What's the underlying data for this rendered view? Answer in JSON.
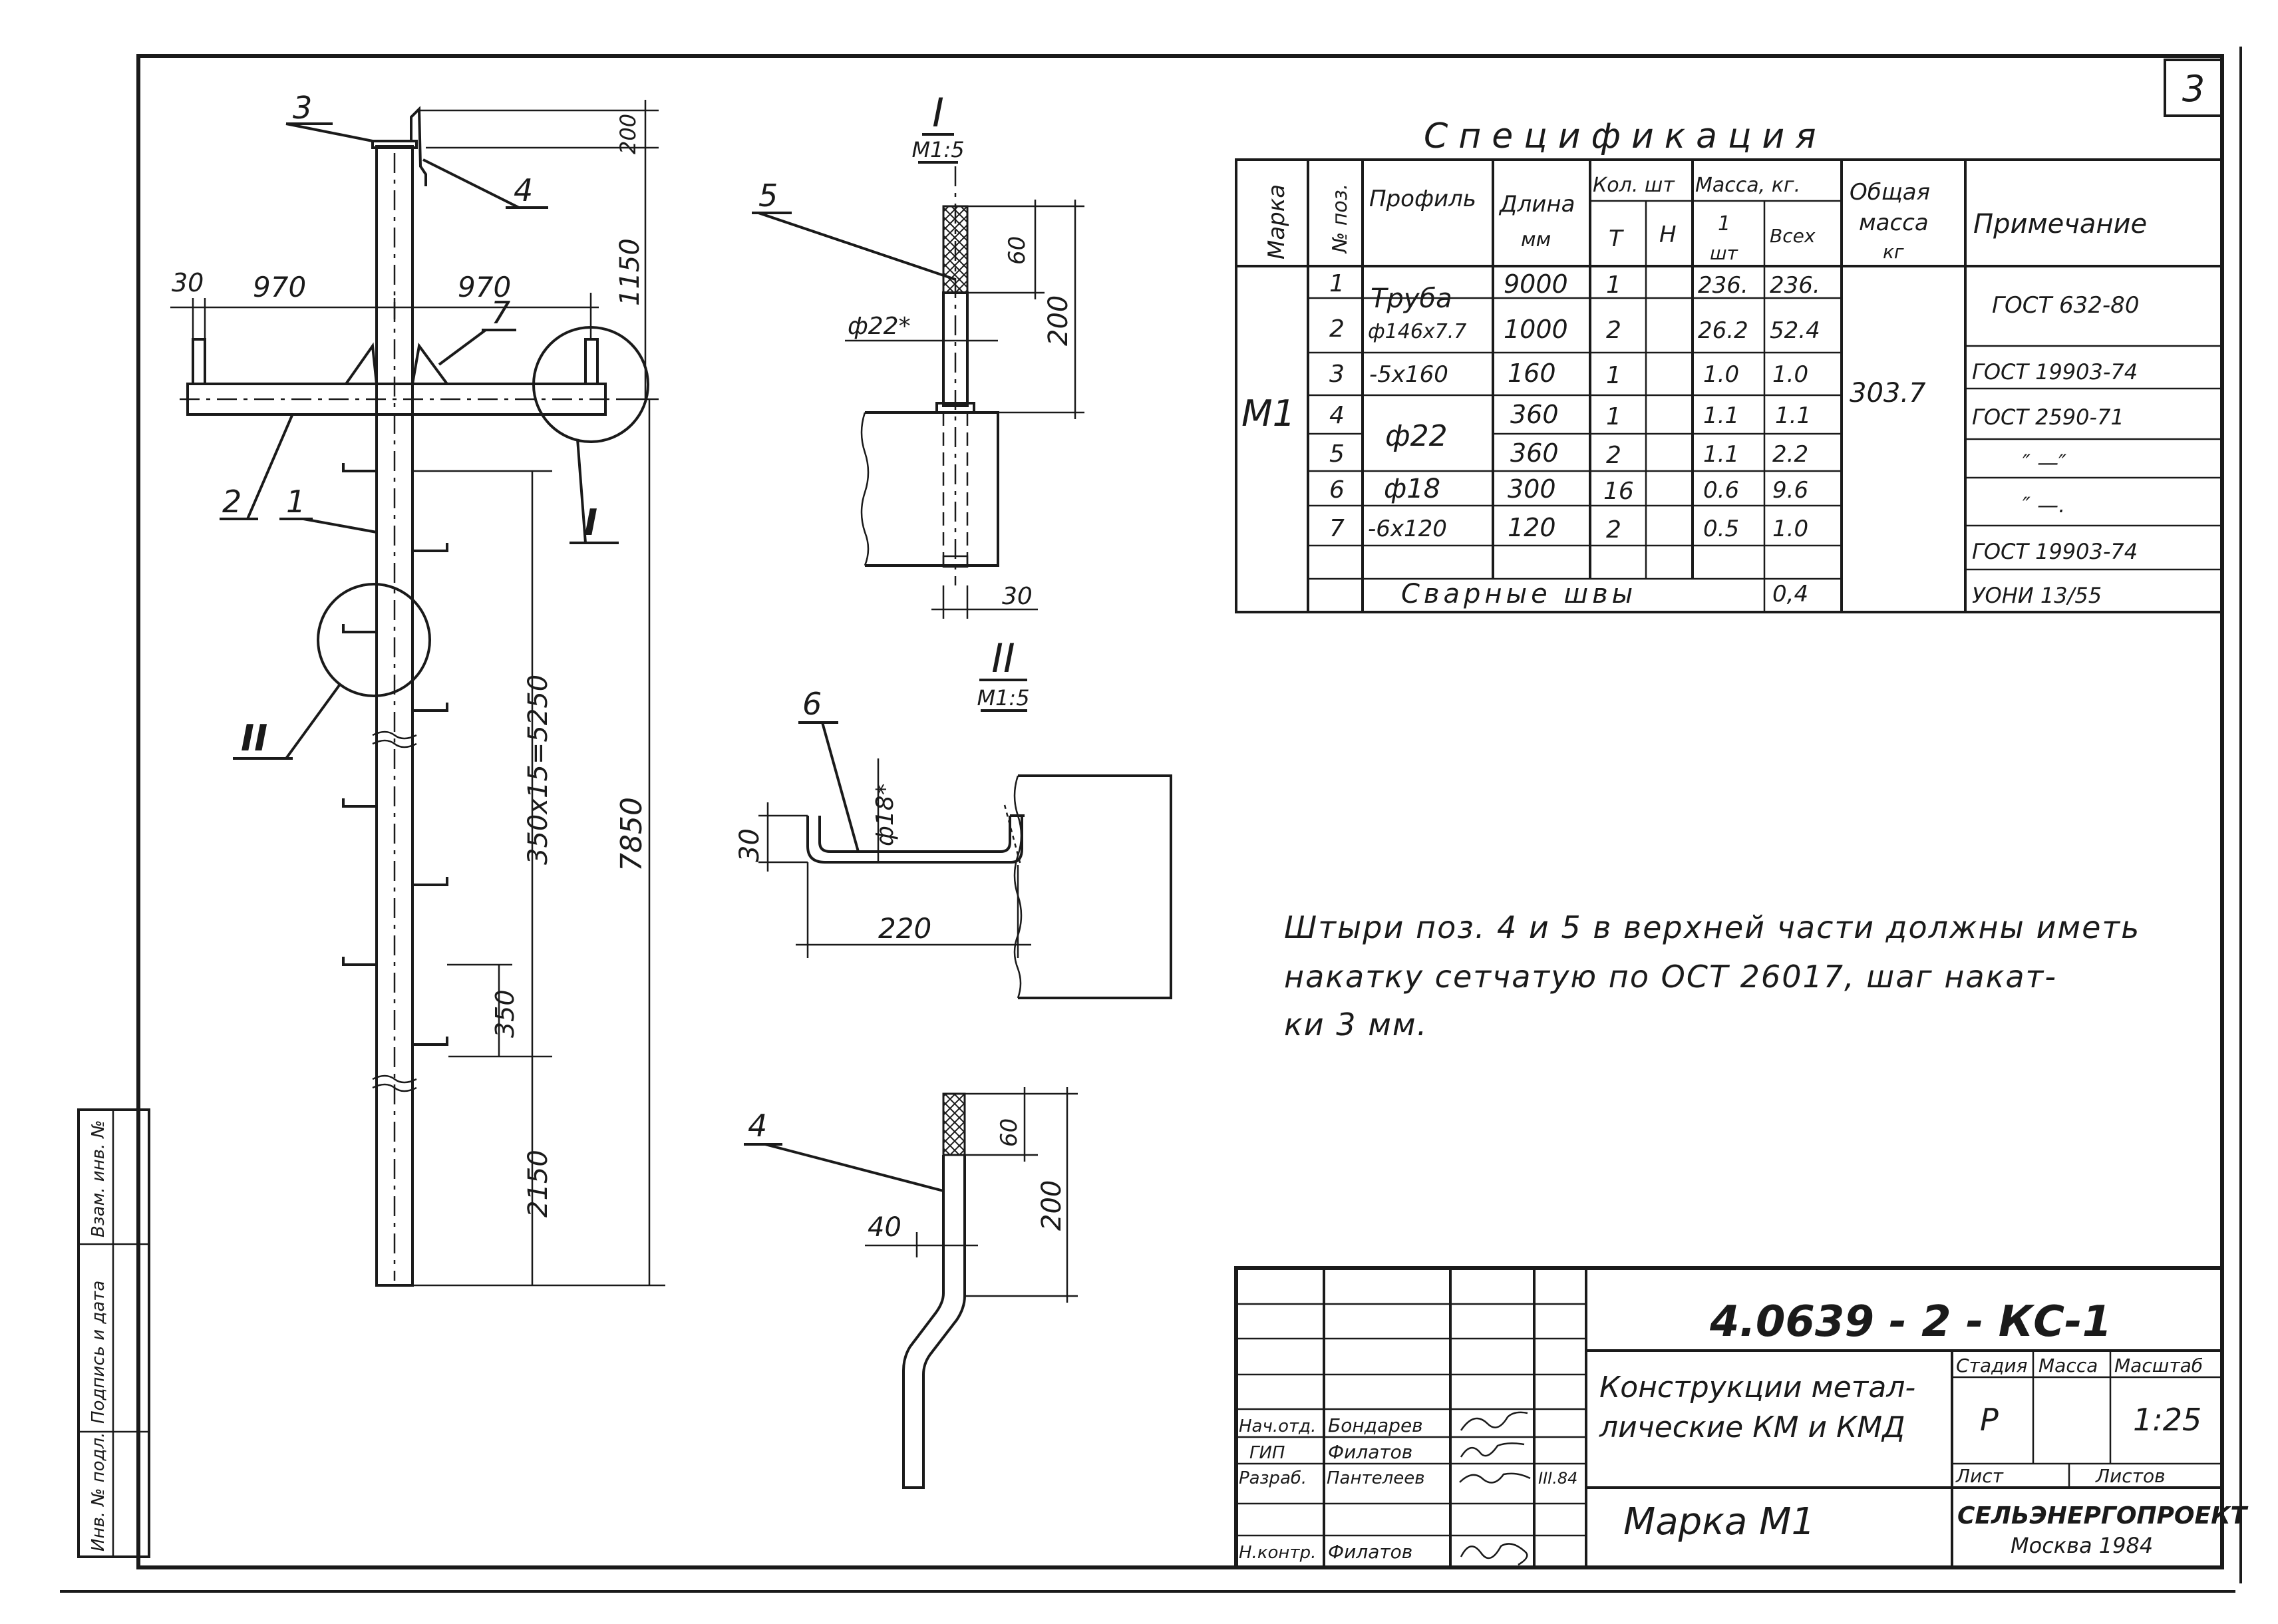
{
  "sheet_number": "3",
  "spec": {
    "title": "Спецификация",
    "headers": {
      "mark": "Марка",
      "pos": "№ поз.",
      "profile": "Профиль",
      "length": "Длина",
      "length_unit": "мм",
      "qty": "Кол. шт",
      "qty_t": "Т",
      "qty_n": "Н",
      "mass": "Масса, кг.",
      "mass_one_a": "1",
      "mass_one_b": "шт",
      "mass_all": "Всех",
      "total": "Общая",
      "total_b": "масса",
      "total_c": "кг",
      "note": "Примечание"
    },
    "mark_value": "М1",
    "total_mass": "303.7",
    "rows": [
      {
        "pos": "1",
        "profile": "Труба",
        "length": "9000",
        "qty": "1",
        "m1": "236.",
        "mall": "236."
      },
      {
        "pos": "2",
        "profile": "ф146х7.7",
        "length": "1000",
        "qty": "2",
        "m1": "26.2",
        "mall": "52.4"
      },
      {
        "pos": "3",
        "profile": "-5х160",
        "length": "160",
        "qty": "1",
        "m1": "1.0",
        "mall": "1.0"
      },
      {
        "pos": "4",
        "profile": "ф22",
        "length": "360",
        "qty": "1",
        "m1": "1.1",
        "mall": "1.1"
      },
      {
        "pos": "5",
        "profile": "",
        "length": "360",
        "qty": "2",
        "m1": "1.1",
        "mall": "2.2"
      },
      {
        "pos": "6",
        "profile": "ф18",
        "length": "300",
        "qty": "16",
        "m1": "0.6",
        "mall": "9.6"
      },
      {
        "pos": "7",
        "profile": "-6х120",
        "length": "120",
        "qty": "2",
        "m1": "0.5",
        "mall": "1.0"
      }
    ],
    "notes": [
      "ГОСТ 632-80",
      "ГОСТ 19903-74",
      "ГОСТ 2590-71",
      "″ —″",
      "″ —.",
      "ГОСТ 19903-74",
      "УОНИ 13/55"
    ],
    "welds_label": "Сварные швы",
    "welds_mass": "0,4"
  },
  "note_text": [
    "Штыри поз. 4 и 5 в верхней части должны иметь",
    "накатку сетчатую по ОСТ 26017, шаг накат-",
    "ки 3 мм."
  ],
  "main_view": {
    "callouts": [
      "3",
      "4",
      "7",
      "2",
      "1",
      "I",
      "II"
    ],
    "dims": {
      "d200": "200",
      "d1150": "1150",
      "d30": "30",
      "d970l": "970",
      "d970r": "970",
      "d5250": "350х15=5250",
      "d7850": "7850",
      "d350": "350",
      "d2150": "2150"
    }
  },
  "detail_1": {
    "label": "I",
    "scale": "М1:5",
    "callout": "5",
    "dia": "ф22*",
    "d60": "60",
    "d200": "200",
    "d30": "30"
  },
  "detail_2": {
    "label": "II",
    "scale": "М1:5",
    "callout": "6",
    "dia": "ф18*",
    "d30": "30",
    "d220": "220"
  },
  "detail_4": {
    "callout": "4",
    "d60": "60",
    "d200": "200",
    "d40": "40"
  },
  "title_block": {
    "code": "4.0639 - 2 - КС-1",
    "name_a": "Конструкции метал-",
    "name_b": "лические КМ и КМД",
    "stage_h": "Стадия",
    "mass_h": "Масса",
    "scale_h": "Масштаб",
    "stage": "Р",
    "scale": "1:25",
    "sheet_h": "Лист",
    "sheets_h": "Листов",
    "mark": "Марка М1",
    "org_a": "СЕЛЬЭНЕРГОПРОЕКТ",
    "org_b": "Москва 1984",
    "people": [
      {
        "role": "Нач.отд.",
        "name": "Бондарев"
      },
      {
        "role": "ГИП",
        "name": "Филатов"
      },
      {
        "role": "Разраб.",
        "name": "Пантелеев"
      },
      {
        "role": "Н.контр.",
        "name": "Филатов"
      }
    ],
    "date": "III.84"
  },
  "side_stamp": [
    "Инв. № подл.",
    "Подпись и дата",
    "Взам. инв. №"
  ]
}
